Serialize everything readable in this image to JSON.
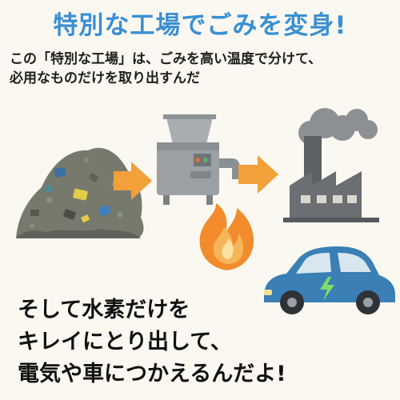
{
  "title": "特別な工場でごみを変身!",
  "intro": {
    "line1": "この「特別な工場」は、ごみを高い温度で分けて、",
    "line2": "必用なものだけを取り出すんだ"
  },
  "closing": {
    "line1": "そして水素だけを",
    "line2": "キレイにとり出して、",
    "line3": "電気や車につかえるんだよ!"
  },
  "icons": [
    "garbage-pile-icon",
    "arrow-right-icon",
    "processing-machine-icon",
    "factory-icon",
    "smoke-icon",
    "fire-icon",
    "car-icon",
    "lightning-icon"
  ],
  "colors": {
    "title": "#3a8fd3",
    "arrow": "#f1a03a",
    "flame": "#f28b2c",
    "car": "#3a7fb5",
    "factory": "#6b6e72",
    "background": "#fbf8f1"
  }
}
